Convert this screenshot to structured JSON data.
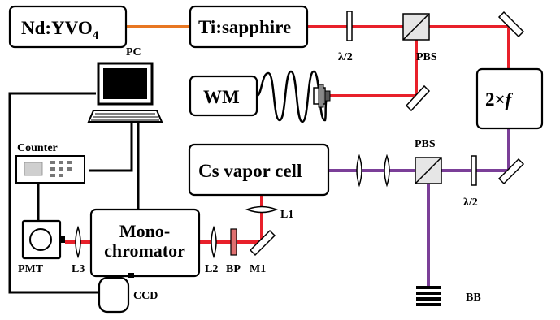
{
  "colors": {
    "red_beam": "#e8202a",
    "purple_beam": "#7b3f98",
    "orange_beam": "#e87722",
    "outline": "#000000",
    "bp_filter": "#e07070"
  },
  "boxes": {
    "ndyvo4": "Nd:YVO",
    "ndyvo4_sub": "4",
    "tisapphire": "Ti:sapphire",
    "wm": "WM",
    "doubler": "2×",
    "doubler_f": "f",
    "cs_cell": "Cs vapor cell",
    "mono_line1": "Mono-",
    "mono_line2": "chromator"
  },
  "labels": {
    "pc": "PC",
    "counter": "Counter",
    "pmt": "PMT",
    "ccd": "CCD",
    "l1": "L1",
    "l2": "L2",
    "l3": "L3",
    "bp": "BP",
    "m1": "M1",
    "bb": "BB",
    "pbs_top": "PBS",
    "pbs_bottom": "PBS",
    "halfwave_top": "λ/2",
    "halfwave_bottom": "λ/2"
  }
}
